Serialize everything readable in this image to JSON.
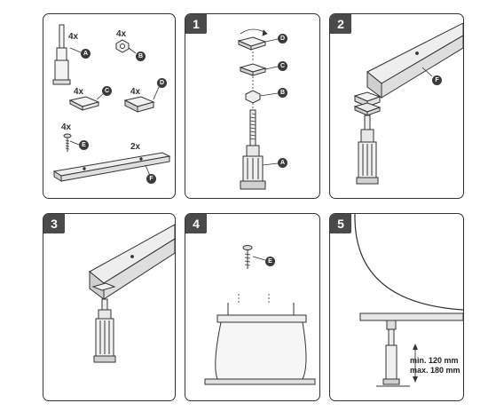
{
  "parts_panel": {
    "quantities": {
      "leg": "4x",
      "nut": "4x",
      "plate": "4x",
      "pad": "4x",
      "screw": "4x",
      "rail": "2x"
    },
    "callouts": {
      "leg": "A",
      "nut": "B",
      "plate": "C",
      "pad": "D",
      "screw": "E",
      "rail": "F"
    }
  },
  "steps": [
    {
      "number": "1",
      "callouts": [
        "D",
        "C",
        "B",
        "A"
      ]
    },
    {
      "number": "2",
      "callouts": [
        "F"
      ]
    },
    {
      "number": "3",
      "callouts": []
    },
    {
      "number": "4",
      "callouts": [
        "E"
      ]
    },
    {
      "number": "5",
      "callouts": []
    }
  ],
  "height_range": {
    "min": "min. 120 mm",
    "max": "max. 180 mm"
  }
}
